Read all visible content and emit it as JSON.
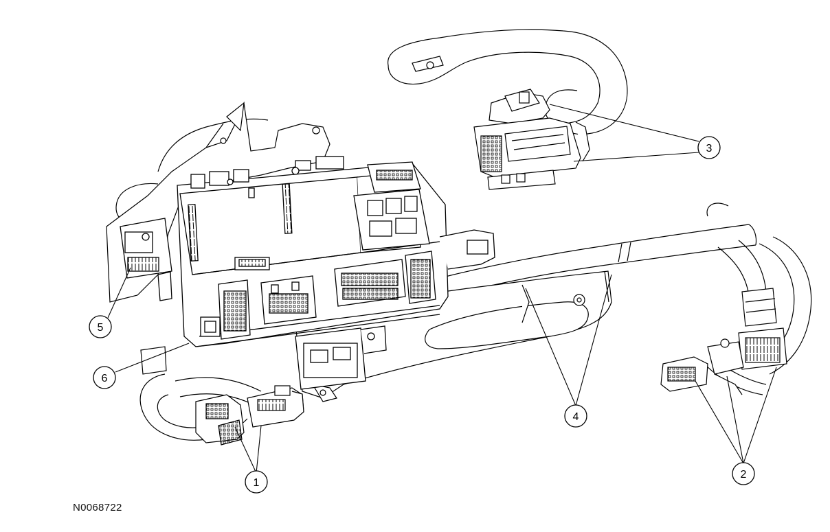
{
  "figure": {
    "id": "N0068722",
    "line_color": "#000000",
    "background": "#ffffff"
  },
  "callouts": [
    {
      "label": "1"
    },
    {
      "label": "2"
    },
    {
      "label": "3"
    },
    {
      "label": "4"
    },
    {
      "label": "5"
    },
    {
      "label": "6"
    }
  ]
}
